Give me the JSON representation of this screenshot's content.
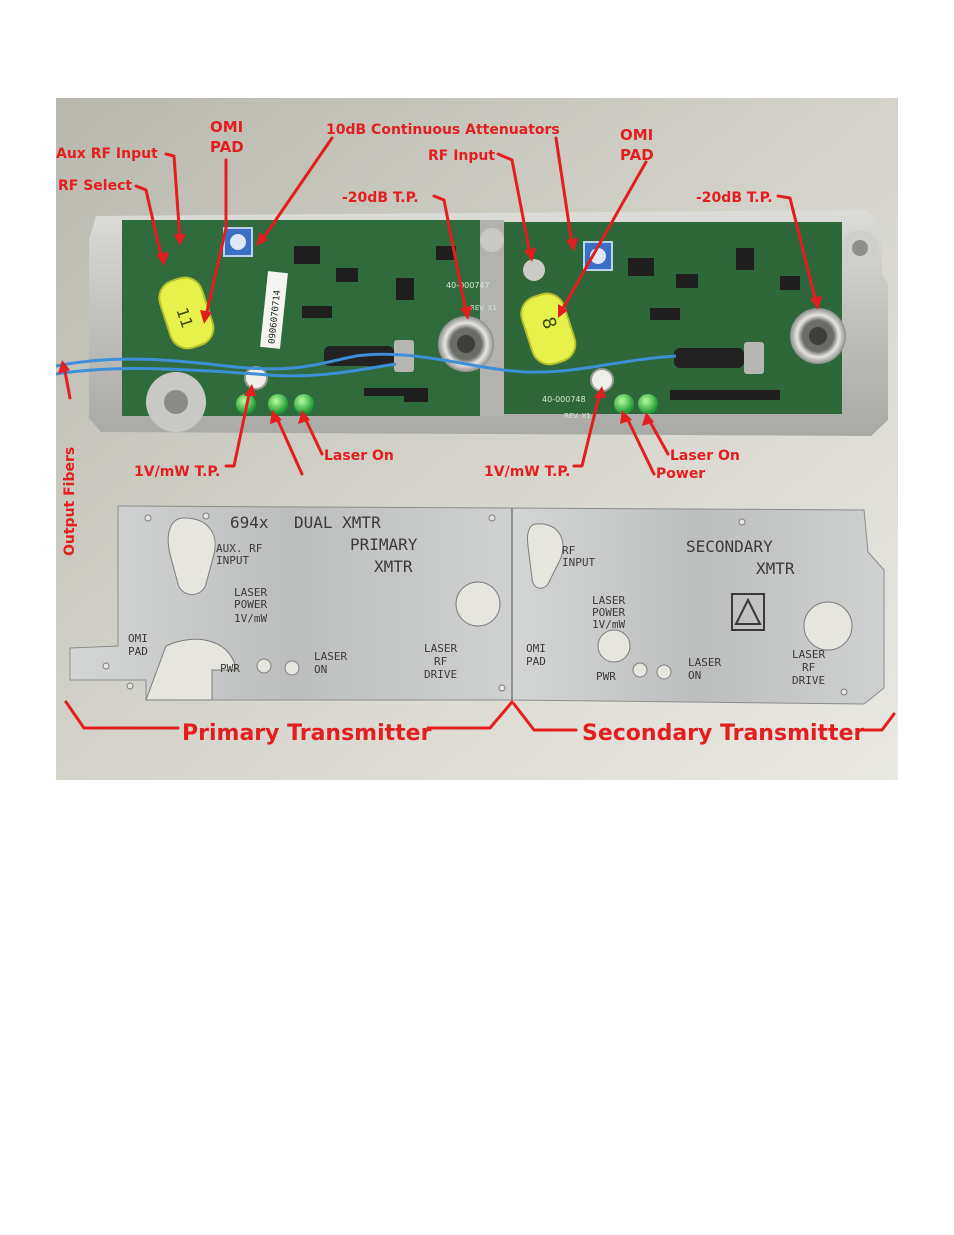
{
  "colors": {
    "annotation": "#e41e1e",
    "pcb": "#2f6b3c",
    "enclosure": "#c9c9c4",
    "faceplate": "#c4c6c6",
    "fiber": "#3d8fd6",
    "led": "#34c64a",
    "pot": "#3a6fc6",
    "omi_pad": "#e6f24a"
  },
  "annotations": {
    "aux_rf_input": "Aux RF Input",
    "rf_select": "RF Select",
    "omi_pad_1": "OMI\nPAD",
    "attenuators": "10dB Continuous Attenuators",
    "tp_20db_1": "-20dB T.P.",
    "rf_input": "RF Input",
    "omi_pad_2": "OMI\nPAD",
    "tp_20db_2": "-20dB T.P.",
    "output_fibers": "Output Fibers",
    "tp_1vmw_1": "1V/mW T.P.",
    "laser_on_1": "Laser On",
    "tp_1vmw_2": "1V/mW T.P.",
    "power": "Power",
    "laser_on_2": "Laser On",
    "primary_transmitter": "Primary Transmitter",
    "secondary_transmitter": "Secondary Transmitter"
  },
  "pcb_marks": {
    "pad_left_number": "11",
    "pad_right_number": "8",
    "board_left_id": "40-000747",
    "board_left_rev": "REV. X1",
    "board_right_id": "40-000748",
    "board_right_rev": "REV. X1",
    "serial": "0906070714"
  },
  "faceplate": {
    "primary": {
      "model": "694x",
      "dual": "DUAL XMTR",
      "title1": "PRIMARY",
      "title2": "XMTR",
      "aux_rf1": "AUX. RF",
      "aux_rf2": "INPUT",
      "laser_power1": "LASER",
      "laser_power2": "POWER",
      "laser_power3": "1V/mW",
      "omi1": "OMI",
      "omi2": "PAD",
      "pwr": "PWR",
      "laser_on1": "LASER",
      "laser_on2": "ON",
      "rf_drive1": "LASER",
      "rf_drive2": "RF",
      "rf_drive3": "DRIVE"
    },
    "secondary": {
      "title1": "SECONDARY",
      "title2": "XMTR",
      "rf_input1": "RF",
      "rf_input2": "INPUT",
      "laser_power1": "LASER",
      "laser_power2": "POWER",
      "laser_power3": "1V/mW",
      "omi1": "OMI",
      "omi2": "PAD",
      "pwr": "PWR",
      "laser_on1": "LASER",
      "laser_on2": "ON",
      "rf_drive1": "LASER",
      "rf_drive2": "RF",
      "rf_drive3": "DRIVE"
    }
  }
}
